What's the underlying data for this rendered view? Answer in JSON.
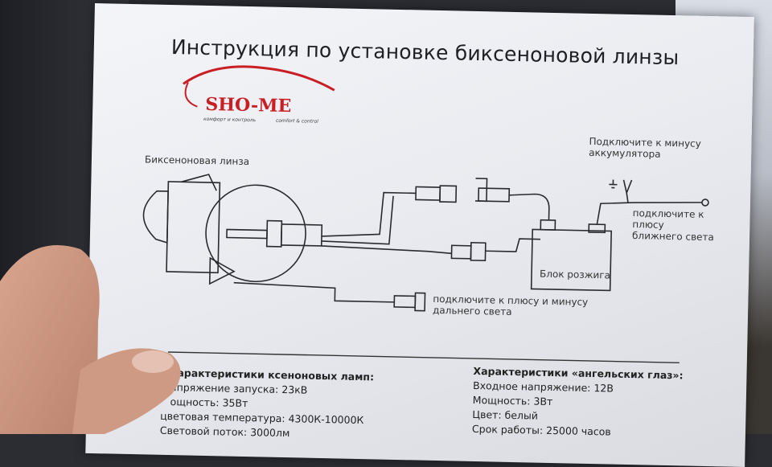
{
  "title": "Инструкция по установке биксеноновой линзы",
  "logo": {
    "brand": "SHO-ME",
    "tagline_left": "комфорт и контроль",
    "tagline_right": "comfort & control"
  },
  "diagram": {
    "lens_label": "Биксеноновая линза",
    "battery_minus": [
      "Подключите к минусу",
      "аккумулятора"
    ],
    "low_beam_plus": [
      "подключите к",
      "плюсу",
      "ближнего света"
    ],
    "ballast_label": "Блок розжига",
    "high_beam": [
      "подключите к плюсу и минусу",
      "дальнего света"
    ]
  },
  "specs_xenon": {
    "heading": "характеристики ксеноновых ламп:",
    "lines": [
      "апряжение запуска: 23кВ",
      "ощность: 35Вт",
      "цветовая температура: 4300К-10000К",
      "Световой поток: 3000лм"
    ]
  },
  "specs_angel": {
    "heading": "Характеристики «ангельских глаз»:",
    "lines": [
      "Входное напряжение: 12В",
      "Мощность: 3Вт",
      "Цвет: белый",
      "Срок работы: 25000 часов"
    ]
  },
  "colors": {
    "logo_red": "#c81e24",
    "paper": "#eceef2"
  }
}
